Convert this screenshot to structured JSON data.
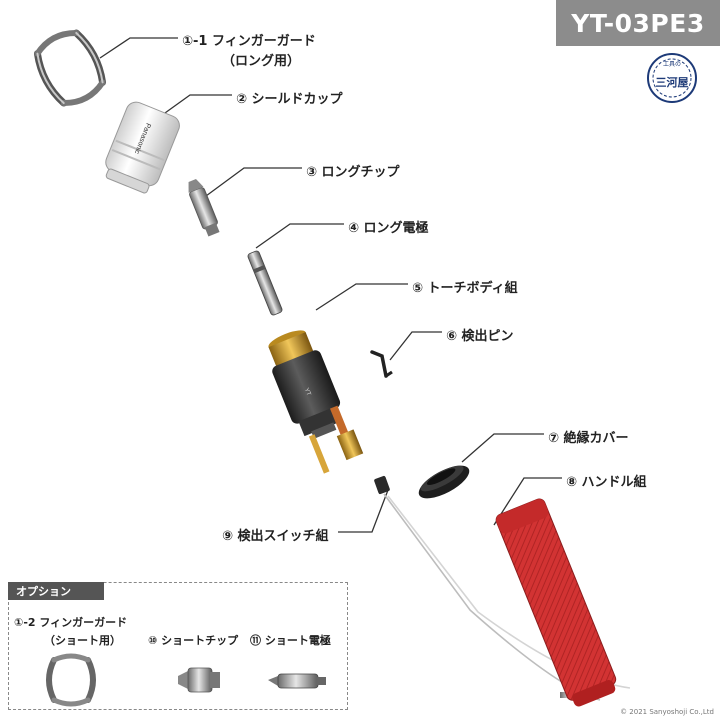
{
  "model": "YT-03PE3",
  "seal": {
    "small": "工具の",
    "main": "三河屋"
  },
  "parts": [
    {
      "key": "finger_guard_long",
      "number": "①-1",
      "name": "フィンガーガード",
      "sub": "（ロング用）"
    },
    {
      "key": "shield_cup",
      "number": "②",
      "name": "シールドカップ"
    },
    {
      "key": "long_tip",
      "number": "③",
      "name": "ロングチップ"
    },
    {
      "key": "long_electrode",
      "number": "④",
      "name": "ロング電極"
    },
    {
      "key": "torch_body",
      "number": "⑤",
      "name": "トーチボディ組"
    },
    {
      "key": "detect_pin",
      "number": "⑥",
      "name": "検出ピン"
    },
    {
      "key": "insulation_cover",
      "number": "⑦",
      "name": "絶縁カバー"
    },
    {
      "key": "handle",
      "number": "⑧",
      "name": "ハンドル組"
    },
    {
      "key": "detect_switch",
      "number": "⑨",
      "name": "検出スイッチ組"
    }
  ],
  "cup_brand": "Panasonic",
  "options": {
    "title": "オプション",
    "items": [
      {
        "number": "①-2",
        "name": "フィンガーガード",
        "sub": "（ショート用）"
      },
      {
        "number": "⑩",
        "name": "ショートチップ"
      },
      {
        "number": "⑪",
        "name": "ショート電極"
      }
    ]
  },
  "copyright": "© 2021 Sanyoshoji Co.,Ltd",
  "colors": {
    "badge": "#8c8c8c",
    "handle_red": "#d03030",
    "brass": "#c9962a",
    "body_dark": "#2b2b2b",
    "leader": "#333333"
  }
}
